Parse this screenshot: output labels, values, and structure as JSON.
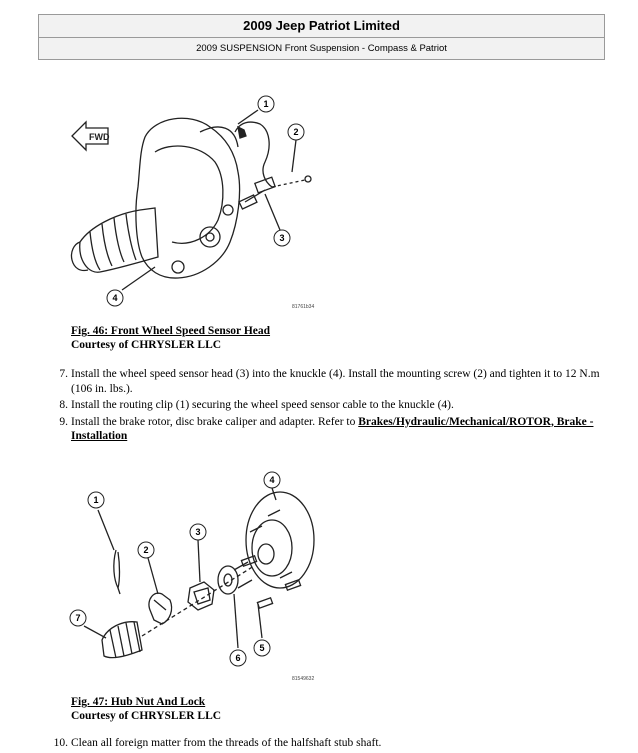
{
  "header": {
    "title": "2009 Jeep Patriot Limited",
    "subtitle": "2009 SUSPENSION Front Suspension - Compass & Patriot"
  },
  "figure46": {
    "fwd_label": "FWD",
    "callouts": [
      "1",
      "2",
      "3",
      "4"
    ],
    "code": "81761b34",
    "caption_title": "Fig. 46: Front Wheel Speed Sensor Head",
    "caption_credit": "Courtesy of CHRYSLER LLC"
  },
  "steps_a": [
    {
      "num": "7.",
      "text": "Install the wheel speed sensor head (3) into the knuckle (4). Install the mounting screw (2) and tighten it to 12 N.m (106 in. lbs.)."
    },
    {
      "num": "8.",
      "text": "Install the routing clip (1) securing the wheel speed sensor cable to the knuckle (4)."
    },
    {
      "num": "9.",
      "text": "Install the brake rotor, disc brake caliper and adapter. Refer to ",
      "link": "Brakes/Hydraulic/Mechanical/ROTOR, Brake - Installation"
    }
  ],
  "figure47": {
    "callouts": [
      "1",
      "2",
      "3",
      "4",
      "5",
      "6",
      "7"
    ],
    "code": "81549632",
    "caption_title": "Fig. 47: Hub Nut And Lock",
    "caption_credit": "Courtesy of CHRYSLER LLC"
  },
  "steps_b": [
    {
      "num": "10.",
      "text": "Clean all foreign matter from the threads of the halfshaft stub shaft."
    }
  ]
}
